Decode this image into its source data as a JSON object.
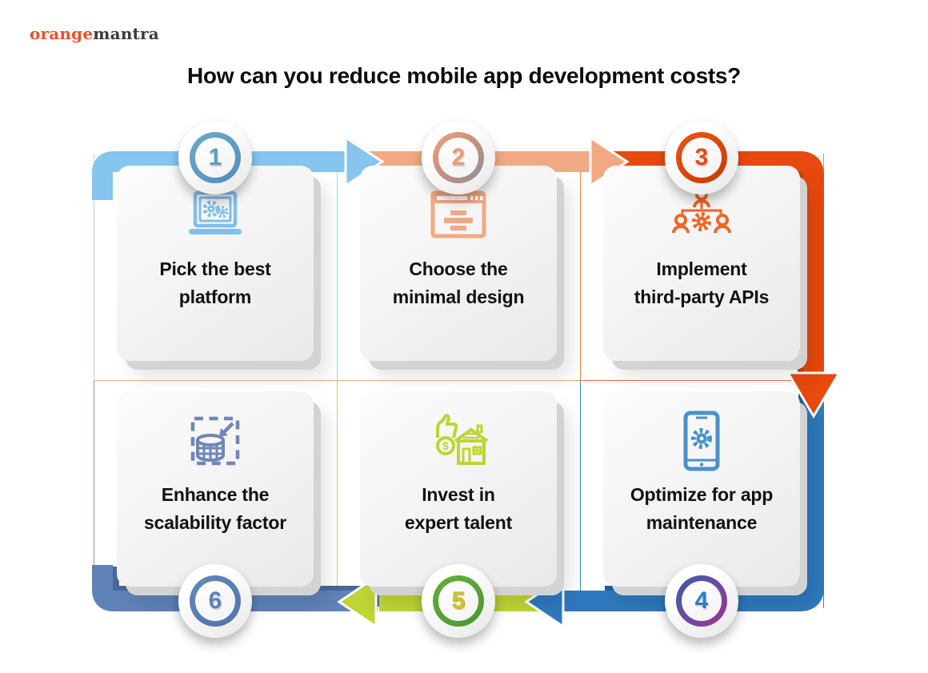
{
  "logo": {
    "text_primary": "orange",
    "text_secondary": "mantra",
    "primary_color": "#F04E23",
    "secondary_color": "#3B3B3B"
  },
  "title": "How can you reduce mobile app development costs?",
  "steps": [
    {
      "number": "1",
      "label": "Pick the best platform",
      "label_lines": [
        "Pick the best",
        "platform"
      ],
      "icon": "laptop-gears-icon",
      "accent": "#85C5EE",
      "ring": "#5E9EC6"
    },
    {
      "number": "2",
      "label": "Choose the minimal design",
      "label_lines": [
        "Choose the",
        "minimal design"
      ],
      "icon": "browser-minimal-icon",
      "accent": "#F2A983",
      "ring": "#D79A80"
    },
    {
      "number": "3",
      "label": "Implement third-party APIs",
      "label_lines": [
        "Implement",
        "third-party APIs"
      ],
      "icon": "team-gear-icon",
      "accent": "#E8490F",
      "ring": "#E8490F"
    },
    {
      "number": "4",
      "label": "Optimize for app maintenance",
      "label_lines": [
        "Optimize for app",
        "maintenance"
      ],
      "icon": "phone-gear-icon",
      "accent": "#2E79BD",
      "ring": "#3B5AA8"
    },
    {
      "number": "5",
      "label": "Invest in expert talent",
      "label_lines": [
        "Invest in",
        "expert talent"
      ],
      "icon": "investment-icon",
      "accent": "#BFD435",
      "ring": "#5AA83A"
    },
    {
      "number": "6",
      "label": "Enhance the scalability factor",
      "label_lines": [
        "Enhance the",
        "scalability factor"
      ],
      "icon": "database-scale-icon",
      "accent": "#5F83B8",
      "ring": "#5B82B5"
    }
  ]
}
